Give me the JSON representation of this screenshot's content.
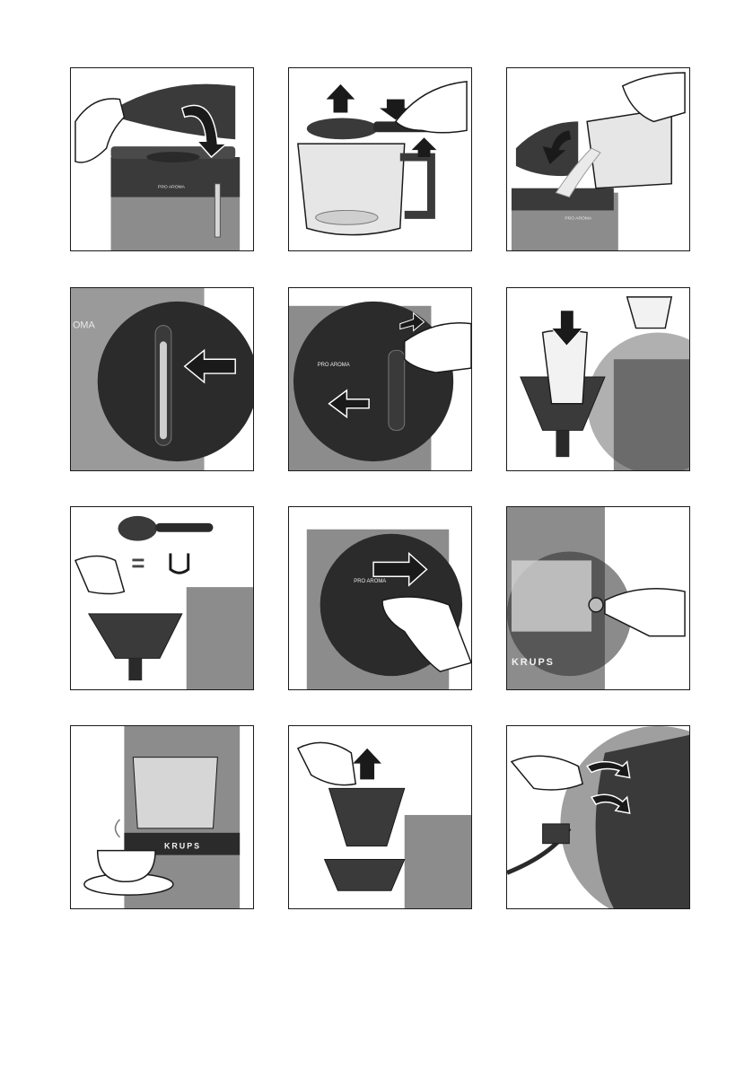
{
  "document": {
    "type": "instruction-illustrations",
    "panel_count": 12
  },
  "labels": {
    "pro_aroma": "PRO AROMA",
    "pro_aroma_cropped": "OMA",
    "brand": "KRUPS",
    "equals": "="
  },
  "icons": {
    "arrow": "black-arrow-icon",
    "cup": "cup-icon",
    "filter_paper": "filter-paper-icon",
    "spoon": "measuring-spoon-icon"
  },
  "colors": {
    "machine_gray": "#8c8c8c",
    "machine_dark": "#3a3a3a",
    "highlight_dark": "#2b2b2b",
    "glass": "#d6d6d6",
    "outline": "#1a1a1a"
  }
}
